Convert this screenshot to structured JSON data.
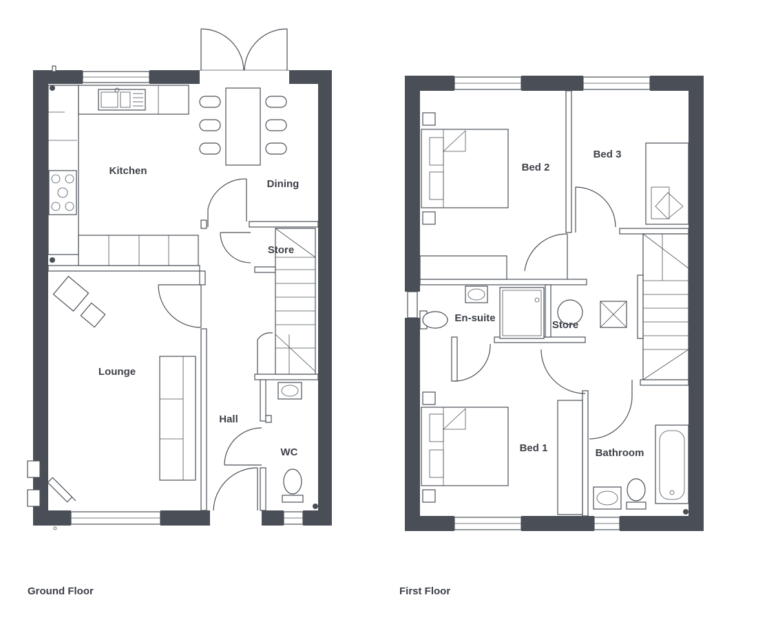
{
  "ground_floor": {
    "title": "Ground Floor",
    "rooms": {
      "kitchen": "Kitchen",
      "dining": "Dining",
      "store": "Store",
      "lounge": "Lounge",
      "hall": "Hall",
      "wc": "WC"
    }
  },
  "first_floor": {
    "title": "First Floor",
    "rooms": {
      "bed2": "Bed 2",
      "bed3": "Bed 3",
      "ensuite": "En-suite",
      "store": "Store",
      "bed1": "Bed 1",
      "bathroom": "Bathroom"
    }
  }
}
